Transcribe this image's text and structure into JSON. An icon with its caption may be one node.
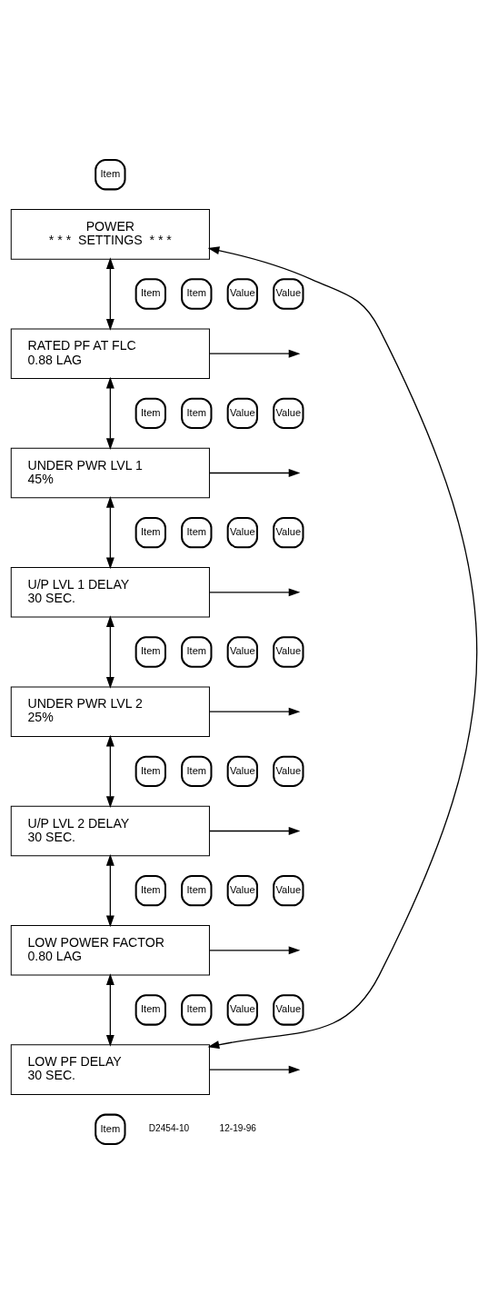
{
  "diagram": {
    "nodes": [
      {
        "text": [
          "POWER",
          "* * *  SETTINGS  * * *"
        ]
      },
      {
        "text": [
          "RATED PF AT FLC",
          "0.88 LAG"
        ]
      },
      {
        "text": [
          "UNDER PWR LVL 1",
          "45%"
        ]
      },
      {
        "text": [
          "U/P LVL 1 DELAY",
          "30 SEC."
        ]
      },
      {
        "text": [
          "UNDER PWR LVL 2",
          "25%"
        ]
      },
      {
        "text": [
          "U/P LVL 2 DELAY",
          "30 SEC."
        ]
      },
      {
        "text": [
          "LOW POWER FACTOR",
          "0.80 LAG"
        ]
      },
      {
        "text": [
          "LOW PF DELAY",
          "30 SEC."
        ]
      }
    ],
    "edges": [
      {
        "from": 0,
        "to": 1,
        "arrow": "both"
      },
      {
        "from": 1,
        "to": null,
        "arrow": "to"
      },
      {
        "from": 1,
        "to": 2,
        "arrow": "both"
      },
      {
        "from": 2,
        "to": null,
        "arrow": "to"
      },
      {
        "from": 2,
        "to": 3,
        "arrow": "both"
      },
      {
        "from": 3,
        "to": null,
        "arrow": "to"
      },
      {
        "from": 3,
        "to": 4,
        "arrow": "both"
      },
      {
        "from": 4,
        "to": null,
        "arrow": "to"
      },
      {
        "from": 4,
        "to": 5,
        "arrow": "both"
      },
      {
        "from": 5,
        "to": null,
        "arrow": "to"
      },
      {
        "from": 5,
        "to": 6,
        "arrow": "both"
      },
      {
        "from": 6,
        "to": null,
        "arrow": "to"
      },
      {
        "from": 6,
        "to": 7,
        "arrow": "both"
      },
      {
        "from": 7,
        "to": null,
        "arrow": "to"
      },
      {
        "from": 7,
        "to": 0,
        "arrow": "both"
      }
    ],
    "labels": [
      "Item",
      "Item",
      "Item",
      "Value",
      "Value",
      "Item",
      "Item",
      "Value",
      "Value",
      "Item",
      "Item",
      "Value",
      "Value",
      "Item",
      "Item",
      "Value",
      "Value",
      "Item",
      "Item",
      "Value",
      "Value",
      "Item",
      "Item",
      "Value",
      "Value",
      "Item",
      "Item",
      "Value",
      "Value",
      "Item",
      "D2454-10",
      "12-19-96"
    ]
  }
}
